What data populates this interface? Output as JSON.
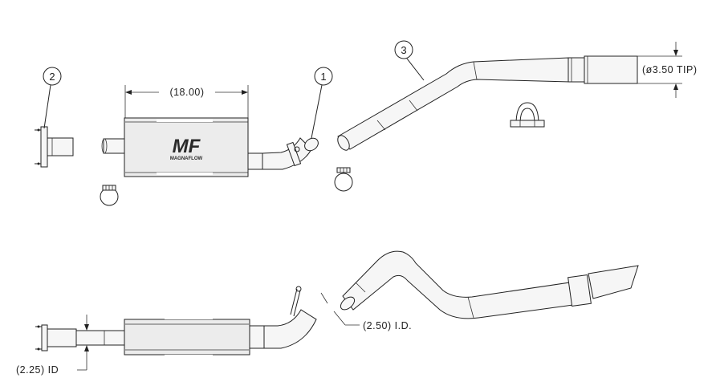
{
  "callouts": {
    "muffler_outlet_pipe": "1",
    "inlet_flange": "2",
    "tailpipe": "3"
  },
  "dimensions": {
    "muffler_length": "(18.00)",
    "tip_diameter": "(ø3.50  TIP)",
    "inlet_id": "(2.25)  ID",
    "outlet_id": "(2.50)  I.D."
  },
  "branding": {
    "logo_text": "MF",
    "brand_name": "MAGNAFLOW"
  },
  "colors": {
    "line": "#222222",
    "background": "#ffffff",
    "pipe_fill": "#f6f6f6"
  }
}
